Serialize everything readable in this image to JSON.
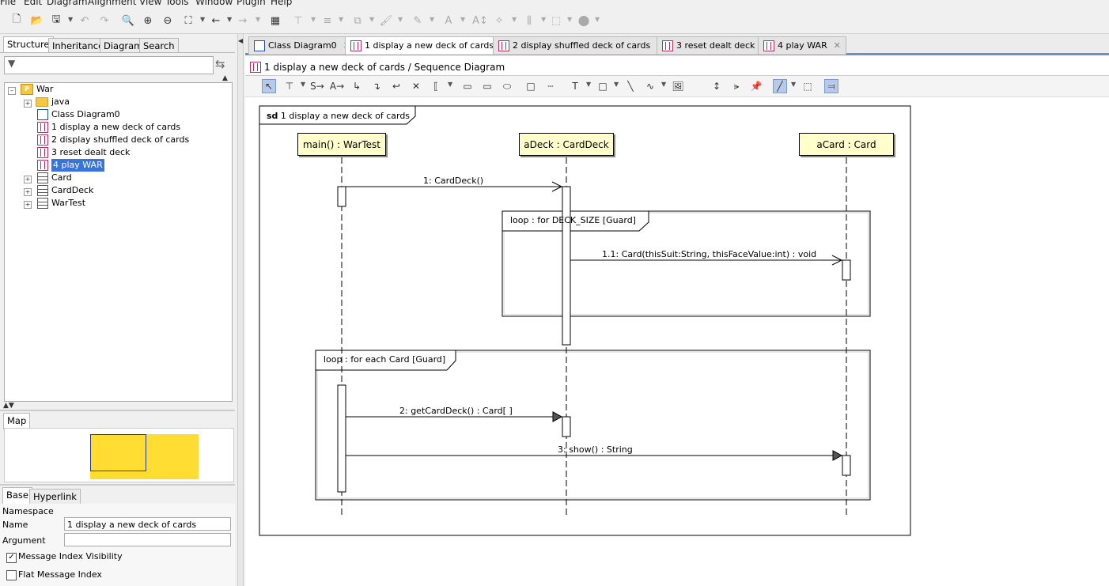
{
  "menu": [
    "File",
    "Edit",
    "Diagram",
    "Alignment",
    "View",
    "Tools",
    "Window",
    "Plugin",
    "Help"
  ],
  "left": {
    "tabs": [
      "Structure",
      "Inheritance",
      "Diagram",
      "Search"
    ],
    "tree": {
      "root": "War",
      "items": [
        {
          "label": "java",
          "icon": "folder-icon"
        },
        {
          "label": "Class Diagram0",
          "icon": "class-diagram-icon"
        },
        {
          "label": "1 display a new deck of cards",
          "icon": "sequence-diagram-icon"
        },
        {
          "label": "2 display shuffled deck of cards",
          "icon": "sequence-diagram-icon"
        },
        {
          "label": "3 reset dealt deck",
          "icon": "sequence-diagram-icon"
        },
        {
          "label": "4 play WAR",
          "icon": "sequence-diagram-icon",
          "selected": true
        },
        {
          "label": "Card",
          "icon": "class-icon"
        },
        {
          "label": "CardDeck",
          "icon": "class-icon"
        },
        {
          "label": "WarTest",
          "icon": "class-icon"
        }
      ]
    },
    "map_tab": "Map",
    "prop_tabs": [
      "Base",
      "Hyperlink"
    ],
    "props": {
      "namespace_label": "Namespace",
      "name_label": "Name",
      "name_value": "1 display a new deck of cards",
      "argument_label": "Argument",
      "argument_value": "",
      "msg_index_visibility": "Message Index Visibility",
      "flat_msg_index": "Flat Message Index"
    }
  },
  "doc_tabs": [
    {
      "label": "Class Diagram0"
    },
    {
      "label": "1 display a new deck of cards",
      "active": true
    },
    {
      "label": "2 display shuffled deck of cards"
    },
    {
      "label": "3 reset dealt deck"
    },
    {
      "label": "4 play WAR"
    }
  ],
  "breadcrumb": "1 display a new deck of cards / Sequence Diagram",
  "diagram": {
    "frame_kw": "sd",
    "frame_title": "1 display a new deck of cards",
    "lifelines": [
      "main() : WarTest",
      "aDeck : CardDeck",
      "aCard : Card"
    ],
    "messages": [
      "1: CardDeck()",
      "1.1: Card(thisSuit:String, thisFaceValue:int) : void",
      "2: getCardDeck() : Card[ ]",
      "3: show() : String"
    ],
    "fragments": [
      "loop : for DECK_SIZE  [Guard]",
      "loop : for each Card  [Guard]"
    ]
  },
  "colors": {
    "lifeline_fill": "#ffffcc",
    "selection": "#3875d7",
    "accent": "#6b8fc7",
    "map_fill": "#ffdd33"
  }
}
